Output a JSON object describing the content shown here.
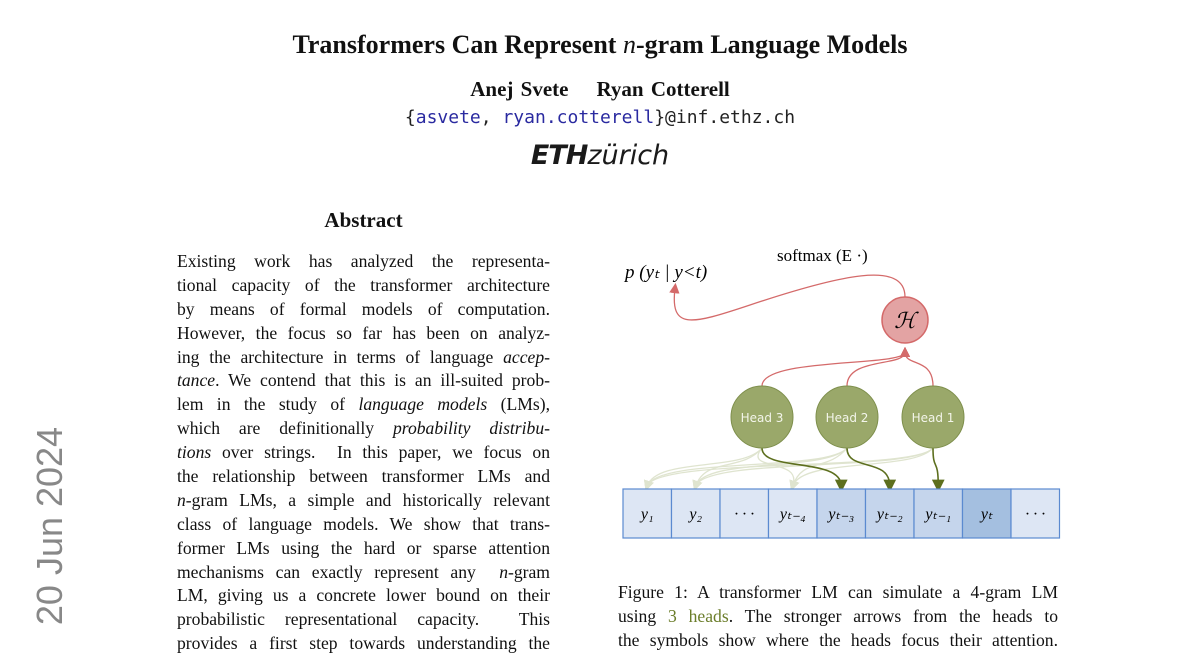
{
  "title": {
    "before": "Transformers Can Represent ",
    "math": "n",
    "after": "-gram Language Models"
  },
  "authors": [
    "Anej Svete",
    "Ryan Cotterell"
  ],
  "emails": {
    "open": "{",
    "user1": "asvete",
    "sep": ", ",
    "user2": "ryan.cotterell",
    "close": "}@inf.ethz.ch"
  },
  "logo": {
    "eth": "ETH",
    "zurich": "zürich"
  },
  "side_stamp": "20 Jun 2024",
  "abstract": {
    "heading": "Abstract",
    "lines": [
      [
        {
          "t": "Existing work has analyzed the representa-"
        }
      ],
      [
        {
          "t": "tional capacity of the transformer architecture"
        }
      ],
      [
        {
          "t": "by means of formal models of computation."
        }
      ],
      [
        {
          "t": "However, the focus so far has been on analyz-"
        }
      ],
      [
        {
          "t": "ing the architecture in terms of language "
        },
        {
          "t": "accep-",
          "i": true
        }
      ],
      [
        {
          "t": "tance",
          "i": true
        },
        {
          "t": ". We contend that this is an ill-suited prob-"
        }
      ],
      [
        {
          "t": "lem in the study of "
        },
        {
          "t": "language models",
          "i": true
        },
        {
          "t": " (LMs),"
        }
      ],
      [
        {
          "t": "which are definitionally "
        },
        {
          "t": "probability distribu-",
          "i": true
        }
      ],
      [
        {
          "t": "tions",
          "i": true
        },
        {
          "t": " over strings.  In this paper, we focus on"
        }
      ],
      [
        {
          "t": "the relationship between transformer LMs and"
        }
      ],
      [
        {
          "t": "n",
          "i": true
        },
        {
          "t": "-gram LMs, a simple and historically relevant"
        }
      ],
      [
        {
          "t": "class of language models. We show that trans-"
        }
      ],
      [
        {
          "t": "former LMs using the hard or sparse attention"
        }
      ],
      [
        {
          "t": "mechanisms can exactly represent any  "
        },
        {
          "t": "n",
          "i": true
        },
        {
          "t": "-gram"
        }
      ],
      [
        {
          "t": "LM, giving us a concrete lower bound on their"
        }
      ],
      [
        {
          "t": "probabilistic representational capacity.  This"
        }
      ],
      [
        {
          "t": "provides a first step towards understanding the"
        }
      ]
    ]
  },
  "figure": {
    "output_label": "p (yₜ | y<t)",
    "softmax_label": "softmax (E ·)",
    "combiner_label": "ℋ",
    "heads": [
      "Head 3",
      "Head 2",
      "Head 1"
    ],
    "tokens": [
      "y₁",
      "y₂",
      "· · ·",
      "yₜ₋₄",
      "yₜ₋₃",
      "yₜ₋₂",
      "yₜ₋₁",
      "yₜ",
      "· · ·"
    ],
    "colors": {
      "head": "#9aa86a",
      "head_stroke": "#7e8f4c",
      "combiner": "#e3a3a3",
      "red": "#d46a6a",
      "arrow_strong": "#5d6f1e",
      "arrow_weak": "#dfe4cf",
      "cell": "#dde6f4",
      "cell_mid": "#c5d5ec",
      "cell_cur": "#a4bfe0",
      "cell_stroke": "#5b8ad0"
    }
  },
  "caption": {
    "lines": [
      [
        {
          "t": "Figure 1: A transformer LM can simulate a 4-gram LM"
        }
      ],
      [
        {
          "t": "using "
        },
        {
          "t": "3 heads",
          "hl": true
        },
        {
          "t": ". The stronger arrows from the heads to"
        }
      ],
      [
        {
          "t": "the symbols show where the heads focus their attention."
        }
      ]
    ]
  }
}
